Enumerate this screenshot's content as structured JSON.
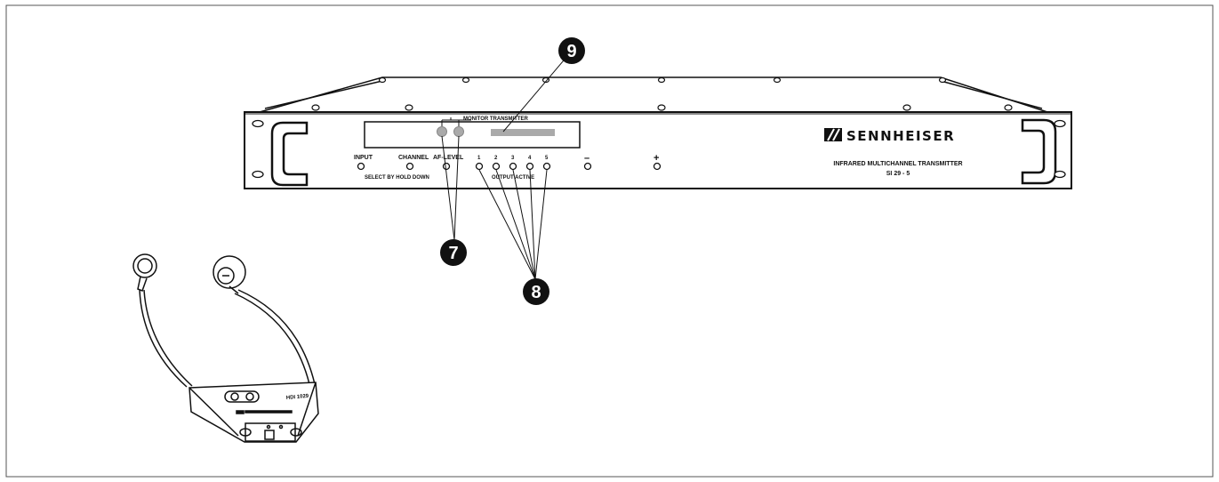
{
  "panel": {
    "display_label": "MONITOR TRANSMITTER",
    "button_labels": {
      "input": "INPUT",
      "channel": "CHANNEL",
      "af_level": "AF-LEVEL"
    },
    "select_label": "SELECT BY HOLD DOWN",
    "output_numbers": [
      "1",
      "2",
      "3",
      "4",
      "5"
    ],
    "output_label": "OUTPUT ACTIVE",
    "minus_label": "–",
    "plus_label": "+",
    "brand": "SENNHEISER",
    "model_title": "INFRARED MULTICHANNEL TRANSMITTER",
    "model_number": "SI 29 - 5"
  },
  "receiver": {
    "model_label": "HDI 1029"
  },
  "callouts": {
    "seven": "7",
    "eight": "8",
    "nine": "9"
  },
  "colors": {
    "line": "#111111",
    "indicator_grey": "#aaaaaa",
    "callout_fill": "#111111",
    "frame": "#555555"
  }
}
